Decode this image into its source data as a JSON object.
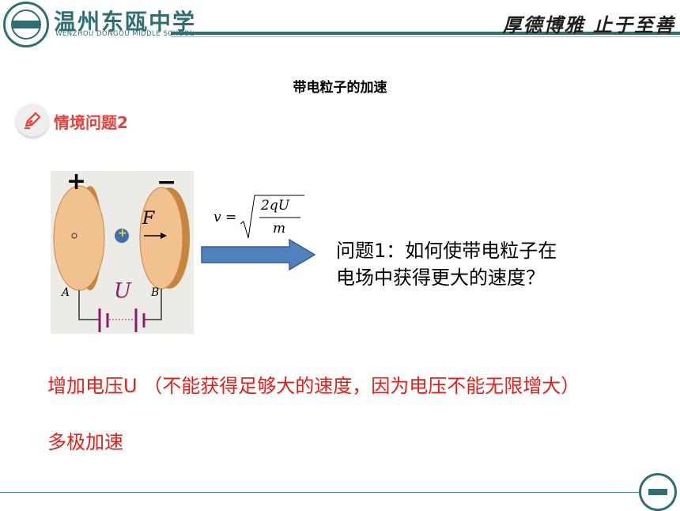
{
  "header": {
    "school_name_cn": "温州东瓯中学",
    "school_name_en": "WENZHOU DONGOU MIDDLE SCHOOL",
    "motto": "厚德博雅  止于至善"
  },
  "slide_title": "带电粒子的加速",
  "section": {
    "icon": "pen-icon",
    "title": "情境问题2"
  },
  "figure": {
    "plus_sign": "+",
    "minus_sign": "−",
    "force_label": "F",
    "charge_sign": "+",
    "voltage_label": "U",
    "plate_a": "A",
    "plate_b": "B",
    "circle_mark": "o"
  },
  "formula": {
    "lhs": "v =",
    "numerator": "2qU",
    "denominator": "m"
  },
  "question_lines": [
    "问题1：如何使带电粒子在",
    "电场中获得更大的速度？"
  ],
  "answers": [
    "增加电压U （不能获得足够大的速度，因为电压不能无限增大）",
    "多极加速"
  ],
  "colors": {
    "accent_red": "#e0201b",
    "header_teal": "#2f6f74",
    "plate_orange": "#f2c190"
  }
}
